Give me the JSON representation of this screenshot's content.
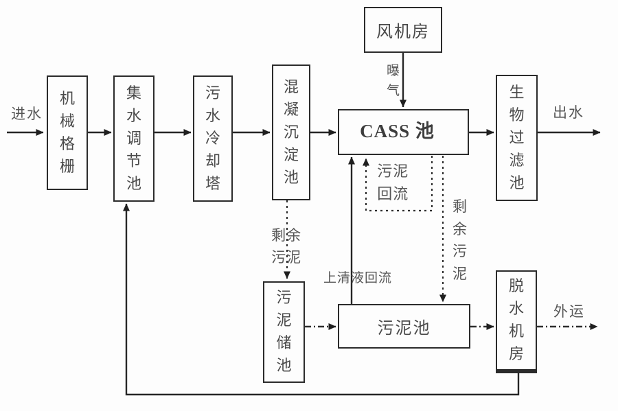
{
  "diagram": {
    "nodes": {
      "mechanical_screen": {
        "label": "机械格栅"
      },
      "collection_regulation_tank": {
        "label": "集水调节池"
      },
      "wastewater_cooling_tower": {
        "label": "污水冷却塔"
      },
      "coagulation_sedimentation_tank": {
        "label": "混凝沉淀池"
      },
      "fan_room": {
        "label": "风机房"
      },
      "cass_tank": {
        "label": "CASS 池"
      },
      "biological_filter_tank": {
        "label": "生物过滤池"
      },
      "sludge_storage_tank": {
        "label": "污泥储池"
      },
      "sludge_tank": {
        "label": "污泥池"
      },
      "dewatering_room": {
        "label": "脱水机房"
      }
    },
    "flow_labels": {
      "influent": "进水",
      "effluent": "出水",
      "aeration": "曝气",
      "sludge_return": "污泥回流",
      "excess_sludge_from_sedimentation": "剩余污泥",
      "excess_sludge_from_cass": "剩余污泥",
      "supernatant_return": "上清液回流",
      "transport_out": "外运"
    },
    "colors": {
      "line": "#262626",
      "box_border": "#2b2b2b",
      "text": "#4a4a4a",
      "background": "#fdfdfd"
    }
  }
}
